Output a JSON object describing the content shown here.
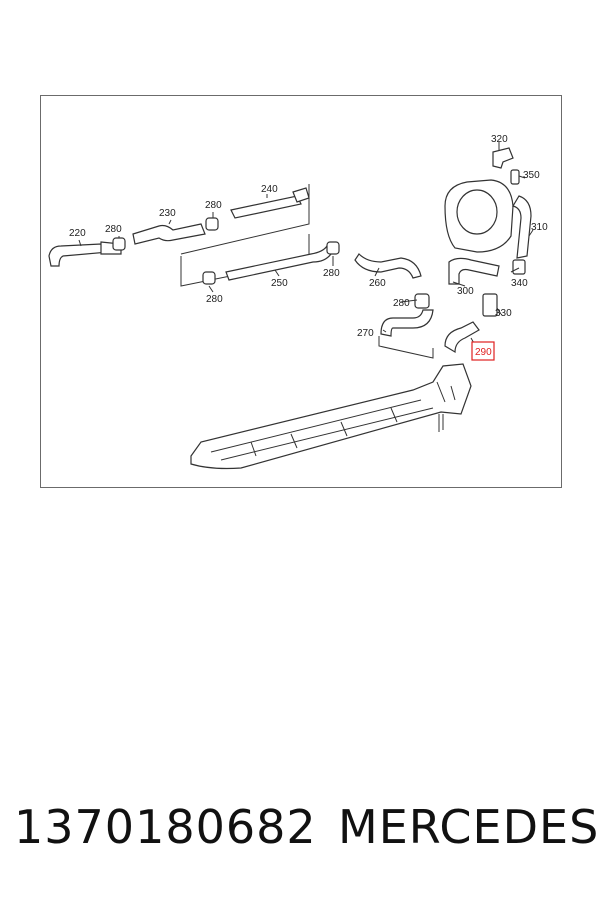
{
  "diagram": {
    "labels": {
      "l220": "220",
      "l280a": "280",
      "l230": "230",
      "l280b": "280",
      "l240": "240",
      "l280c": "280",
      "l250": "250",
      "l280d": "280",
      "l260": "260",
      "l280e": "280",
      "l270": "270",
      "l290": "290",
      "l300": "300",
      "l310": "310",
      "l320": "320",
      "l330": "330",
      "l340": "340",
      "l350": "350"
    },
    "highlight_color": "#e02020"
  },
  "caption": {
    "part_number": "1370180682",
    "brand": "MERCEDES"
  }
}
